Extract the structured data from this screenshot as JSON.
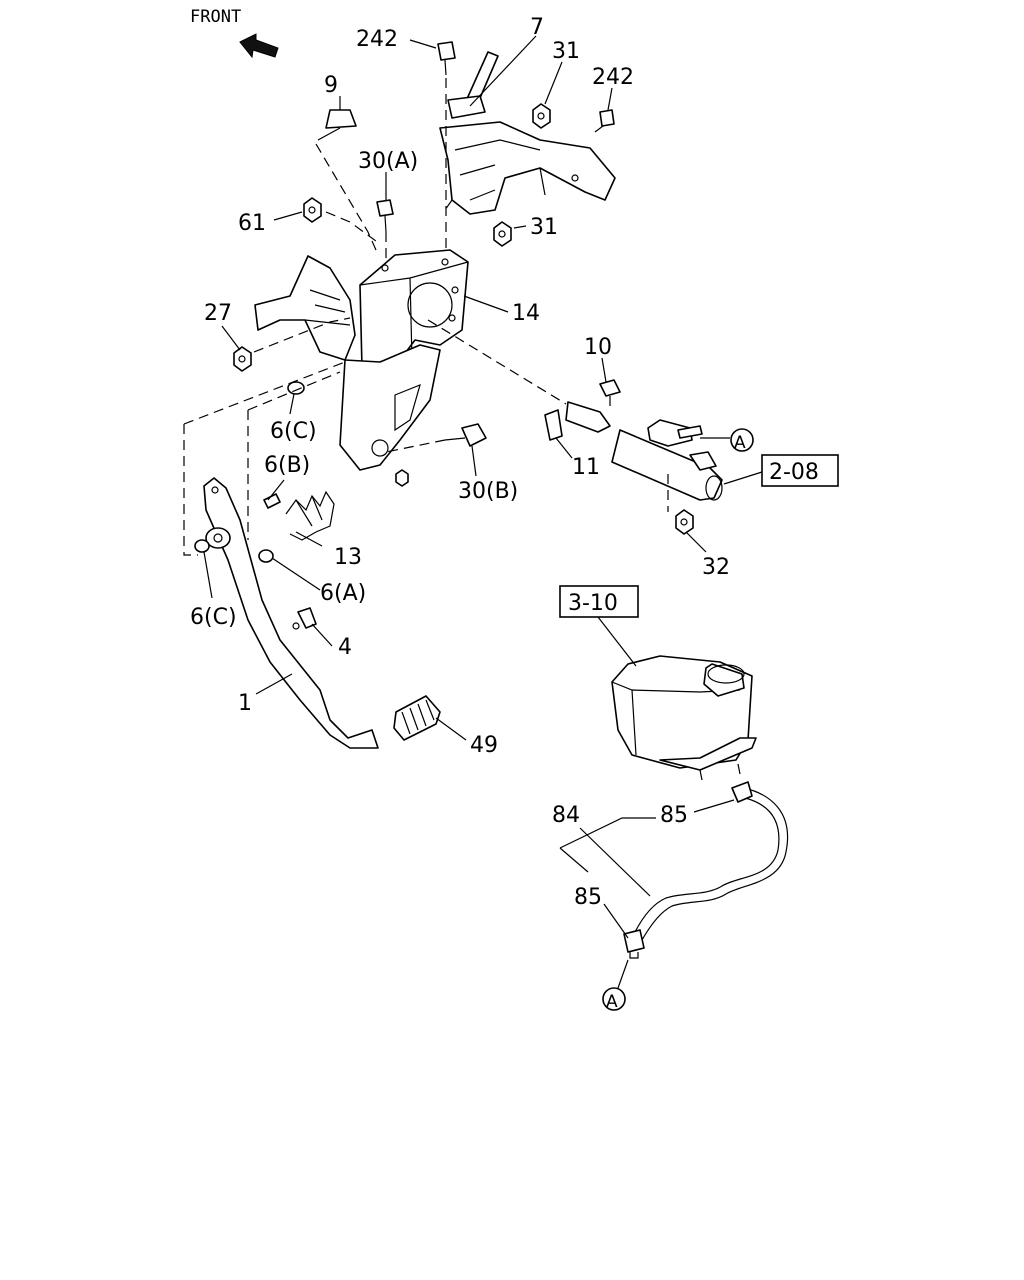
{
  "diagram": {
    "front_label": "FRONT",
    "ref_boxes": {
      "r208": "2-08",
      "r310": "3-10"
    },
    "callouts": {
      "c242a": "242",
      "c7": "7",
      "c31a": "31",
      "c242b": "242",
      "c9": "9",
      "c30a": "30(A)",
      "c61": "61",
      "c31b": "31",
      "c27": "27",
      "c14": "14",
      "c10": "10",
      "c6c_top": "6(C)",
      "c11": "11",
      "c30b": "30(B)",
      "c6b": "6(B)",
      "c13": "13",
      "c32": "32",
      "c6a": "6(A)",
      "c6c_left": "6(C)",
      "c4": "4",
      "c1": "1",
      "c49": "49",
      "c84": "84",
      "c85a": "85",
      "c85b": "85"
    },
    "connector_marks": {
      "a_top": "A",
      "a_bottom": "A"
    }
  }
}
